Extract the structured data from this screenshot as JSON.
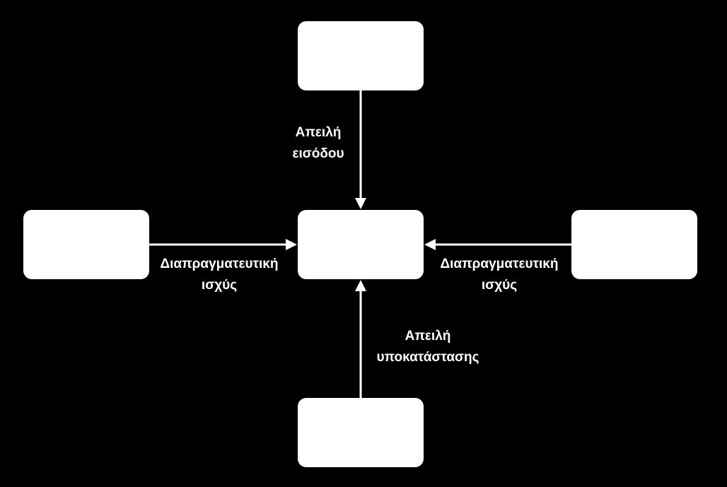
{
  "diagram": {
    "boxes": {
      "top": "",
      "center": "",
      "left": "",
      "right": "",
      "bottom": ""
    },
    "labels": {
      "entry_threat": {
        "line1": "Απειλή",
        "line2": "εισόδου"
      },
      "bargaining_power_left": {
        "line1": "Διαπραγματευτική",
        "line2": "ισχύς"
      },
      "bargaining_power_right": {
        "line1": "Διαπραγματευτική",
        "line2": "ισχύς"
      },
      "substitution_threat": {
        "line1": "Απειλή",
        "line2": "υποκατάστασης"
      }
    },
    "colors": {
      "background": "#000000",
      "box_fill": "#ffffff",
      "arrow": "#ffffff",
      "text": "#ffffff"
    }
  }
}
